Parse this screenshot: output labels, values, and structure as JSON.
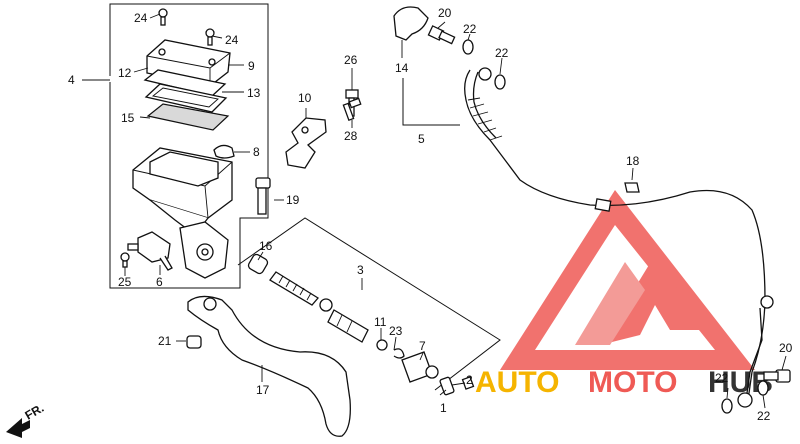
{
  "labels": {
    "p1": "1",
    "p2": "2",
    "p3": "3",
    "p4": "4",
    "p5": "5",
    "p6": "6",
    "p7": "7",
    "p8": "8",
    "p9": "9",
    "p10": "10",
    "p11": "11",
    "p12": "12",
    "p13": "13",
    "p14": "14",
    "p15": "15",
    "p16": "16",
    "p17": "17",
    "p18": "18",
    "p19": "19",
    "p20a": "20",
    "p20b": "20",
    "p21": "21",
    "p22a": "22",
    "p22b": "22",
    "p22c": "22",
    "p22d": "22",
    "p23": "23",
    "p24a": "24",
    "p24b": "24",
    "p25": "25",
    "p26": "26",
    "p28": "28"
  },
  "direction_marker": "FR.",
  "watermark": {
    "word_auto": "AUTO",
    "word_moto": "MOTO",
    "word_hub": "HUB",
    "colors": {
      "logo": "#ef5a55",
      "auto": "#f5b400",
      "moto": "#ef5a55",
      "hub": "#333333"
    }
  }
}
